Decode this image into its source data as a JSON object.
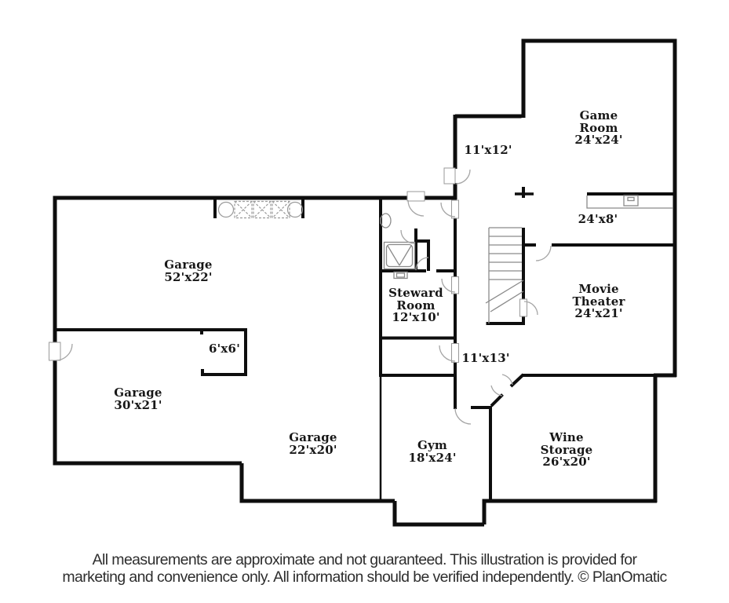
{
  "floorplan": {
    "rooms": [
      {
        "name": "Game Room",
        "dims": "24'x24'"
      },
      {
        "name": "",
        "dims": "11'x12'"
      },
      {
        "name": "",
        "dims": "24'x8'"
      },
      {
        "name": "Movie Theater",
        "dims": "24'x21'"
      },
      {
        "name": "Steward Room",
        "dims": "12'x10'"
      },
      {
        "name": "Garage",
        "dims": "52'x22'"
      },
      {
        "name": "",
        "dims": "6'x6'"
      },
      {
        "name": "Garage",
        "dims": "30'x21'"
      },
      {
        "name": "Garage",
        "dims": "22'x20'"
      },
      {
        "name": "",
        "dims": "11'x13'"
      },
      {
        "name": "Gym",
        "dims": "18'x24'"
      },
      {
        "name": "Wine Storage",
        "dims": "26'x20'"
      }
    ],
    "colors": {
      "wall": "#0e0e0e",
      "label_text": "#171717",
      "fixture_line": "#8a8a8a"
    }
  },
  "footer": {
    "line1": "All measurements are approximate and not guaranteed. This illustration is provided for",
    "line2": "marketing and convenience only. All information should be verified independently. © PlanOmatic"
  }
}
